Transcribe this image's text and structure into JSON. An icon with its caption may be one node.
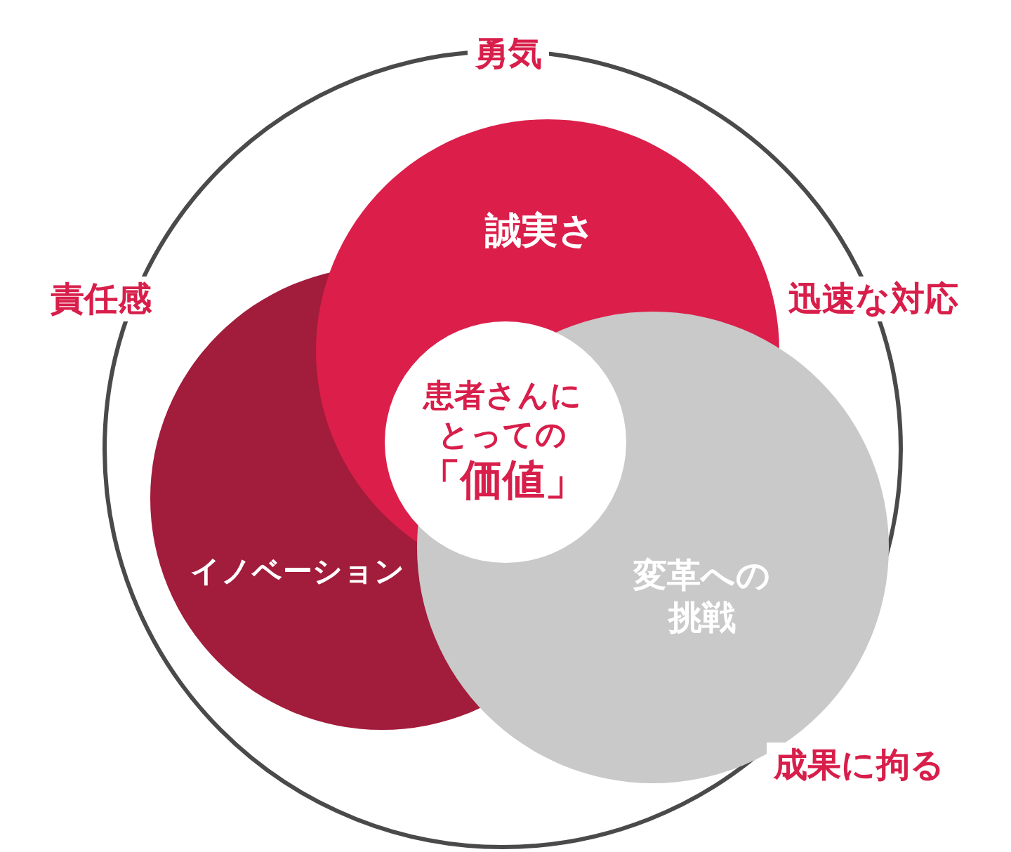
{
  "diagram": {
    "nodes": [
      {
        "text": [],
        "shape": "circle"
      },
      {
        "text": [
          "イノベーション"
        ],
        "in": 0
      },
      {
        "text": [
          "誠実さ"
        ],
        "in": 0
      },
      {
        "text": [
          "変革への挑戦"
        ],
        "in": 0
      },
      {
        "text": [
          "患者さんにとっての",
          "「価値」"
        ]
      }
    ],
    "labels": [
      "勇気",
      "責任感",
      "迅速な対応",
      "成果に拘る"
    ]
  }
}
